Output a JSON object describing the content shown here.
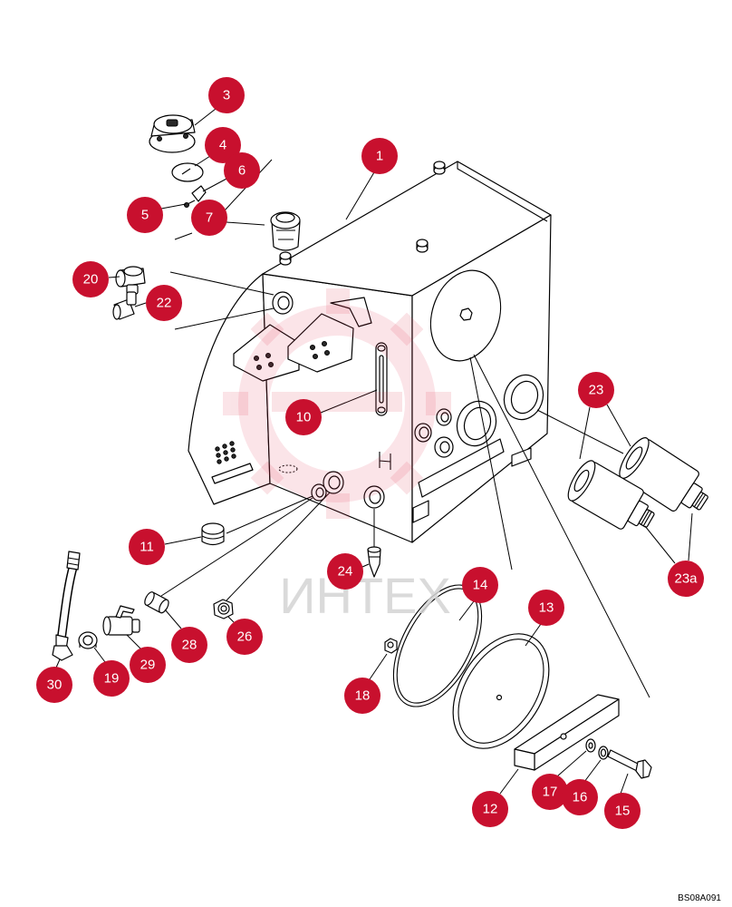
{
  "callouts": [
    "3",
    "4",
    "6",
    "5",
    "7",
    "1",
    "20",
    "22",
    "10",
    "23",
    "23a",
    "11",
    "24",
    "14",
    "13",
    "26",
    "28",
    "29",
    "19",
    "30",
    "18",
    "17",
    "16",
    "15",
    "12"
  ],
  "watermark": "ИНТЕХ",
  "drawing_code": "BS08A091",
  "colors": {
    "callout": "#c8102e",
    "callout_text": "#ffffff",
    "line": "#000000",
    "watermark_text": "#d4d4d4",
    "watermark_logo": "#e0304a"
  }
}
